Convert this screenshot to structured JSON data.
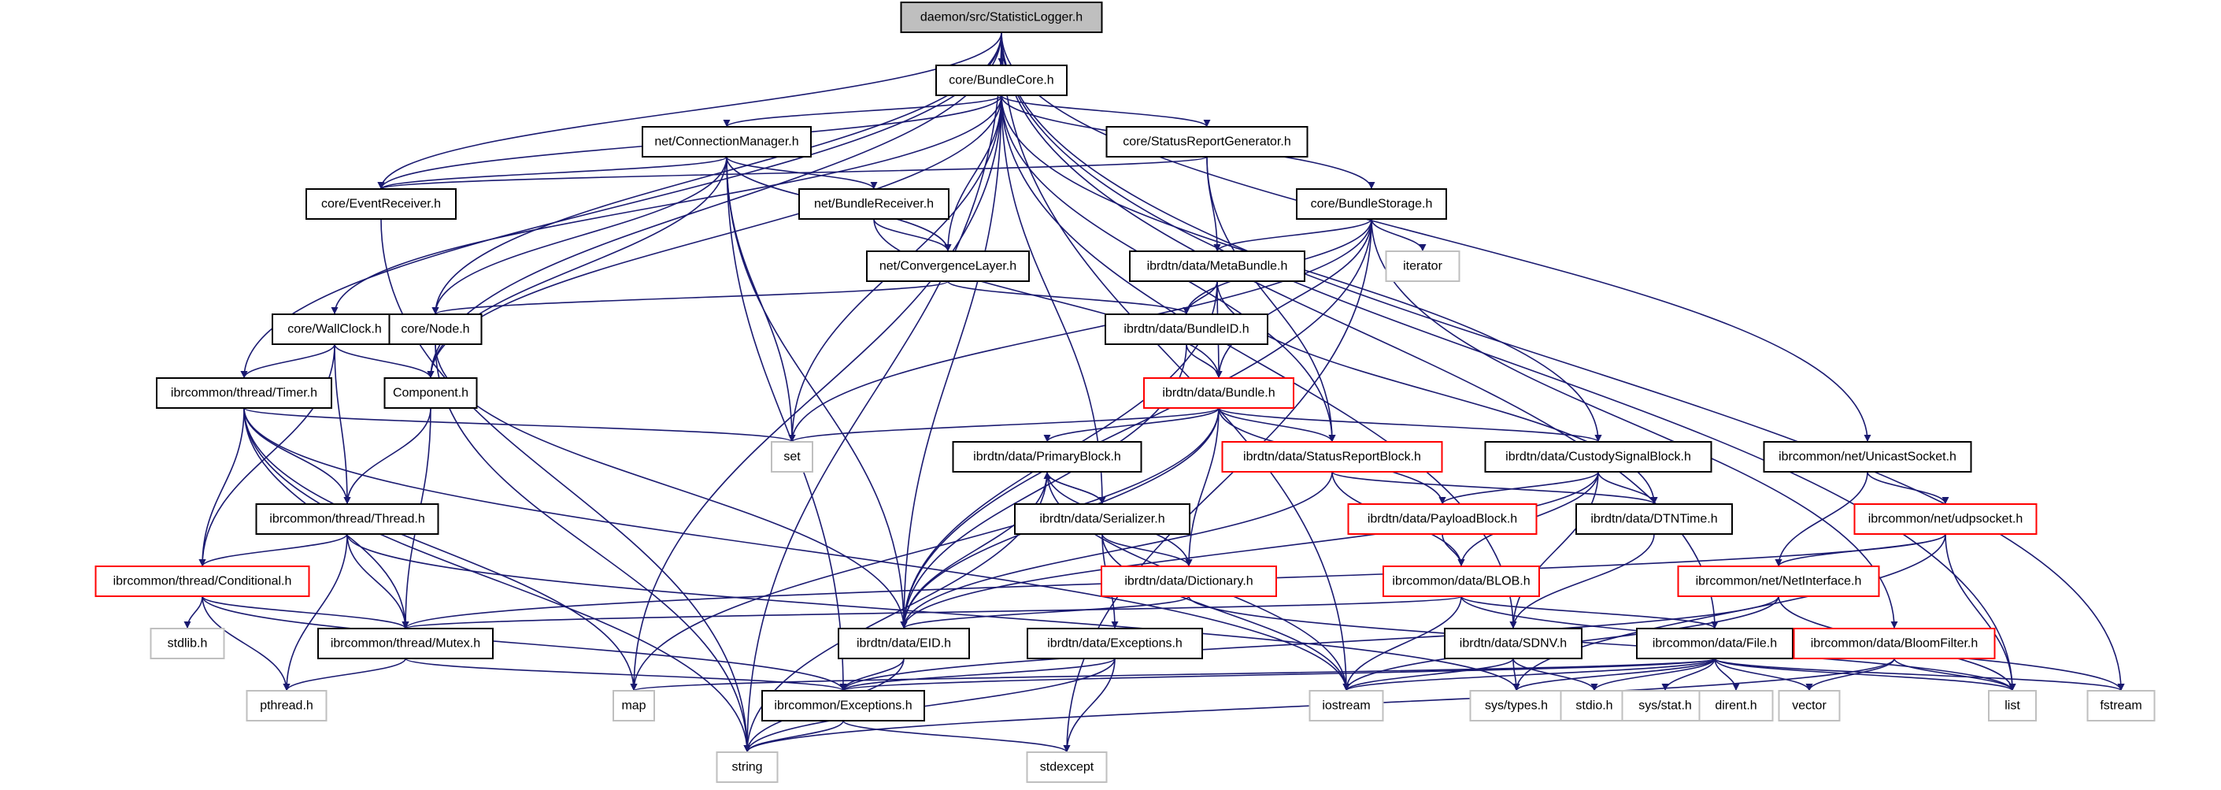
{
  "title": "daemon/src/StatisticLogger.h",
  "colors": {
    "edge": "#191970",
    "root_fill": "#bfbfbf",
    "normal_border": "#000000",
    "truncated_border": "#ff0000",
    "external_border": "#bfbfbf"
  },
  "nodes": [
    {
      "id": "StatisticLogger",
      "label": "daemon/src/StatisticLogger.h",
      "kind": "root"
    },
    {
      "id": "BundleCore",
      "label": "core/BundleCore.h",
      "kind": "normal"
    },
    {
      "id": "ConnectionManager",
      "label": "net/ConnectionManager.h",
      "kind": "normal"
    },
    {
      "id": "StatusReportGenerator",
      "label": "core/StatusReportGenerator.h",
      "kind": "normal"
    },
    {
      "id": "EventReceiver",
      "label": "core/EventReceiver.h",
      "kind": "normal"
    },
    {
      "id": "BundleReceiver",
      "label": "net/BundleReceiver.h",
      "kind": "normal"
    },
    {
      "id": "BundleStorage",
      "label": "core/BundleStorage.h",
      "kind": "normal"
    },
    {
      "id": "ConvergenceLayer",
      "label": "net/ConvergenceLayer.h",
      "kind": "normal"
    },
    {
      "id": "MetaBundle",
      "label": "ibrdtn/data/MetaBundle.h",
      "kind": "normal"
    },
    {
      "id": "iterator",
      "label": "iterator",
      "kind": "external"
    },
    {
      "id": "WallClock",
      "label": "core/WallClock.h",
      "kind": "normal"
    },
    {
      "id": "Node",
      "label": "core/Node.h",
      "kind": "normal"
    },
    {
      "id": "BundleID",
      "label": "ibrdtn/data/BundleID.h",
      "kind": "normal"
    },
    {
      "id": "Timer",
      "label": "ibrcommon/thread/Timer.h",
      "kind": "normal"
    },
    {
      "id": "Component",
      "label": "Component.h",
      "kind": "normal"
    },
    {
      "id": "Bundle",
      "label": "ibrdtn/data/Bundle.h",
      "kind": "truncated"
    },
    {
      "id": "UnicastSocket",
      "label": "ibrcommon/net/UnicastSocket.h",
      "kind": "normal"
    },
    {
      "id": "set",
      "label": "set",
      "kind": "external"
    },
    {
      "id": "PrimaryBlock",
      "label": "ibrdtn/data/PrimaryBlock.h",
      "kind": "normal"
    },
    {
      "id": "StatusReportBlock",
      "label": "ibrdtn/data/StatusReportBlock.h",
      "kind": "truncated"
    },
    {
      "id": "CustodySignalBlock",
      "label": "ibrdtn/data/CustodySignalBlock.h",
      "kind": "normal"
    },
    {
      "id": "Thread",
      "label": "ibrcommon/thread/Thread.h",
      "kind": "normal"
    },
    {
      "id": "Serializer",
      "label": "ibrdtn/data/Serializer.h",
      "kind": "normal"
    },
    {
      "id": "PayloadBlock",
      "label": "ibrdtn/data/PayloadBlock.h",
      "kind": "truncated"
    },
    {
      "id": "DTNTime",
      "label": "ibrdtn/data/DTNTime.h",
      "kind": "normal"
    },
    {
      "id": "udpsocket",
      "label": "ibrcommon/net/udpsocket.h",
      "kind": "truncated"
    },
    {
      "id": "Conditional",
      "label": "ibrcommon/thread/Conditional.h",
      "kind": "truncated"
    },
    {
      "id": "Dictionary",
      "label": "ibrdtn/data/Dictionary.h",
      "kind": "truncated"
    },
    {
      "id": "BLOB",
      "label": "ibrcommon/data/BLOB.h",
      "kind": "truncated"
    },
    {
      "id": "NetInterface",
      "label": "ibrcommon/net/NetInterface.h",
      "kind": "truncated"
    },
    {
      "id": "stdlib",
      "label": "stdlib.h",
      "kind": "external"
    },
    {
      "id": "Mutex",
      "label": "ibrcommon/thread/Mutex.h",
      "kind": "normal"
    },
    {
      "id": "EID",
      "label": "ibrdtn/data/EID.h",
      "kind": "normal"
    },
    {
      "id": "DtnExceptions",
      "label": "ibrdtn/data/Exceptions.h",
      "kind": "normal"
    },
    {
      "id": "SDNV",
      "label": "ibrdtn/data/SDNV.h",
      "kind": "normal"
    },
    {
      "id": "File",
      "label": "ibrcommon/data/File.h",
      "kind": "normal"
    },
    {
      "id": "BloomFilter",
      "label": "ibrcommon/data/BloomFilter.h",
      "kind": "truncated"
    },
    {
      "id": "pthread",
      "label": "pthread.h",
      "kind": "external"
    },
    {
      "id": "map",
      "label": "map",
      "kind": "external"
    },
    {
      "id": "CommonExceptions",
      "label": "ibrcommon/Exceptions.h",
      "kind": "normal"
    },
    {
      "id": "iostream",
      "label": "iostream",
      "kind": "external"
    },
    {
      "id": "systypes",
      "label": "sys/types.h",
      "kind": "external"
    },
    {
      "id": "stdio",
      "label": "stdio.h",
      "kind": "external"
    },
    {
      "id": "sysstat",
      "label": "sys/stat.h",
      "kind": "external"
    },
    {
      "id": "dirent",
      "label": "dirent.h",
      "kind": "external"
    },
    {
      "id": "vector",
      "label": "vector",
      "kind": "external"
    },
    {
      "id": "list",
      "label": "list",
      "kind": "external"
    },
    {
      "id": "fstream",
      "label": "fstream",
      "kind": "external"
    },
    {
      "id": "string",
      "label": "string",
      "kind": "external"
    },
    {
      "id": "stdexcept",
      "label": "stdexcept",
      "kind": "external"
    }
  ],
  "edges": [
    [
      "StatisticLogger",
      "BundleCore"
    ],
    [
      "StatisticLogger",
      "EventReceiver"
    ],
    [
      "StatisticLogger",
      "Node"
    ],
    [
      "StatisticLogger",
      "Timer"
    ],
    [
      "StatisticLogger",
      "Component"
    ],
    [
      "StatisticLogger",
      "string"
    ],
    [
      "StatisticLogger",
      "UnicastSocket"
    ],
    [
      "StatisticLogger",
      "list"
    ],
    [
      "StatisticLogger",
      "fstream"
    ],
    [
      "StatisticLogger",
      "iostream"
    ],
    [
      "StatisticLogger",
      "File"
    ],
    [
      "BundleCore",
      "ConnectionManager"
    ],
    [
      "BundleCore",
      "StatusReportGenerator"
    ],
    [
      "BundleCore",
      "BundleStorage"
    ],
    [
      "BundleCore",
      "EventReceiver"
    ],
    [
      "BundleCore",
      "WallClock"
    ],
    [
      "BundleCore",
      "Component"
    ],
    [
      "BundleCore",
      "ConvergenceLayer"
    ],
    [
      "BundleCore",
      "set"
    ],
    [
      "BundleCore",
      "map"
    ],
    [
      "BundleCore",
      "EID"
    ],
    [
      "BundleCore",
      "Serializer"
    ],
    [
      "BundleCore",
      "CustodySignalBlock"
    ],
    [
      "BundleCore",
      "StatusReportBlock"
    ],
    [
      "BundleCore",
      "SDNV"
    ],
    [
      "ConnectionManager",
      "EventReceiver"
    ],
    [
      "ConnectionManager",
      "BundleReceiver"
    ],
    [
      "ConnectionManager",
      "ConvergenceLayer"
    ],
    [
      "ConnectionManager",
      "Node"
    ],
    [
      "ConnectionManager",
      "Component"
    ],
    [
      "ConnectionManager",
      "EID"
    ],
    [
      "ConnectionManager",
      "set"
    ],
    [
      "ConnectionManager",
      "CommonExceptions"
    ],
    [
      "StatusReportGenerator",
      "EventReceiver"
    ],
    [
      "StatusReportGenerator",
      "MetaBundle"
    ],
    [
      "StatusReportGenerator",
      "StatusReportBlock"
    ],
    [
      "EventReceiver",
      "string"
    ],
    [
      "BundleReceiver",
      "ConvergenceLayer"
    ],
    [
      "BundleReceiver",
      "Bundle"
    ],
    [
      "BundleStorage",
      "MetaBundle"
    ],
    [
      "BundleStorage",
      "BundleID"
    ],
    [
      "BundleStorage",
      "Bundle"
    ],
    [
      "BundleStorage",
      "iterator"
    ],
    [
      "BundleStorage",
      "set"
    ],
    [
      "BundleStorage",
      "EID"
    ],
    [
      "BundleStorage",
      "BloomFilter"
    ],
    [
      "BundleStorage",
      "stdexcept"
    ],
    [
      "ConvergenceLayer",
      "Node"
    ],
    [
      "ConvergenceLayer",
      "BundleID"
    ],
    [
      "MetaBundle",
      "BundleID"
    ],
    [
      "MetaBundle",
      "Bundle"
    ],
    [
      "MetaBundle",
      "DTNTime"
    ],
    [
      "MetaBundle",
      "EID"
    ],
    [
      "WallClock",
      "Timer"
    ],
    [
      "WallClock",
      "Component"
    ],
    [
      "WallClock",
      "Thread"
    ],
    [
      "WallClock",
      "Conditional"
    ],
    [
      "Node",
      "string"
    ],
    [
      "Node",
      "EID"
    ],
    [
      "BundleID",
      "Bundle"
    ],
    [
      "BundleID",
      "EID"
    ],
    [
      "Timer",
      "set"
    ],
    [
      "Timer",
      "Thread"
    ],
    [
      "Timer",
      "Conditional"
    ],
    [
      "Timer",
      "Mutex"
    ],
    [
      "Timer",
      "string"
    ],
    [
      "Timer",
      "iostream"
    ],
    [
      "Timer",
      "map"
    ],
    [
      "Component",
      "Thread"
    ],
    [
      "Component",
      "Mutex"
    ],
    [
      "Bundle",
      "set"
    ],
    [
      "Bundle",
      "PrimaryBlock"
    ],
    [
      "Bundle",
      "StatusReportBlock"
    ],
    [
      "Bundle",
      "CustodySignalBlock"
    ],
    [
      "Bundle",
      "PayloadBlock"
    ],
    [
      "Bundle",
      "Dictionary"
    ],
    [
      "Bundle",
      "EID"
    ],
    [
      "Bundle",
      "map"
    ],
    [
      "UnicastSocket",
      "udpsocket"
    ],
    [
      "UnicastSocket",
      "NetInterface"
    ],
    [
      "PrimaryBlock",
      "Serializer"
    ],
    [
      "PrimaryBlock",
      "Dictionary"
    ],
    [
      "PrimaryBlock",
      "EID"
    ],
    [
      "PrimaryBlock",
      "string"
    ],
    [
      "PrimaryBlock",
      "iostream"
    ],
    [
      "StatusReportBlock",
      "BLOB"
    ],
    [
      "StatusReportBlock",
      "DTNTime"
    ],
    [
      "StatusReportBlock",
      "EID"
    ],
    [
      "CustodySignalBlock",
      "PayloadBlock"
    ],
    [
      "CustodySignalBlock",
      "DTNTime"
    ],
    [
      "CustodySignalBlock",
      "BLOB"
    ],
    [
      "CustodySignalBlock",
      "SDNV"
    ],
    [
      "CustodySignalBlock",
      "EID"
    ],
    [
      "Thread",
      "Conditional"
    ],
    [
      "Thread",
      "Mutex"
    ],
    [
      "Thread",
      "pthread"
    ],
    [
      "Thread",
      "systypes"
    ],
    [
      "Serializer",
      "PrimaryBlock"
    ],
    [
      "Serializer",
      "Dictionary"
    ],
    [
      "Serializer",
      "DtnExceptions"
    ],
    [
      "Serializer",
      "iostream"
    ],
    [
      "PayloadBlock",
      "BLOB"
    ],
    [
      "DTNTime",
      "SDNV"
    ],
    [
      "udpsocket",
      "NetInterface"
    ],
    [
      "udpsocket",
      "list"
    ],
    [
      "udpsocket",
      "systypes"
    ],
    [
      "udpsocket",
      "Mutex"
    ],
    [
      "Conditional",
      "Mutex"
    ],
    [
      "Conditional",
      "stdlib"
    ],
    [
      "Conditional",
      "pthread"
    ],
    [
      "Conditional",
      "CommonExceptions"
    ],
    [
      "Dictionary",
      "EID"
    ],
    [
      "Dictionary",
      "list"
    ],
    [
      "BLOB",
      "Mutex"
    ],
    [
      "BLOB",
      "File"
    ],
    [
      "BLOB",
      "iostream"
    ],
    [
      "BLOB",
      "fstream"
    ],
    [
      "NetInterface",
      "list"
    ],
    [
      "NetInterface",
      "iostream"
    ],
    [
      "NetInterface",
      "CommonExceptions"
    ],
    [
      "Mutex",
      "pthread"
    ],
    [
      "Mutex",
      "CommonExceptions"
    ],
    [
      "EID",
      "string"
    ],
    [
      "EID",
      "CommonExceptions"
    ],
    [
      "DtnExceptions",
      "CommonExceptions"
    ],
    [
      "DtnExceptions",
      "string"
    ],
    [
      "DtnExceptions",
      "stdexcept"
    ],
    [
      "SDNV",
      "iostream"
    ],
    [
      "SDNV",
      "systypes"
    ],
    [
      "SDNV",
      "stdio"
    ],
    [
      "File",
      "systypes"
    ],
    [
      "File",
      "stdio"
    ],
    [
      "File",
      "sysstat"
    ],
    [
      "File",
      "dirent"
    ],
    [
      "File",
      "vector"
    ],
    [
      "File",
      "list"
    ],
    [
      "File",
      "fstream"
    ],
    [
      "File",
      "map"
    ],
    [
      "File",
      "iostream"
    ],
    [
      "File",
      "CommonExceptions"
    ],
    [
      "BloomFilter",
      "vector"
    ],
    [
      "BloomFilter",
      "list"
    ],
    [
      "BloomFilter",
      "string"
    ],
    [
      "CommonExceptions",
      "string"
    ],
    [
      "CommonExceptions",
      "stdexcept"
    ]
  ]
}
